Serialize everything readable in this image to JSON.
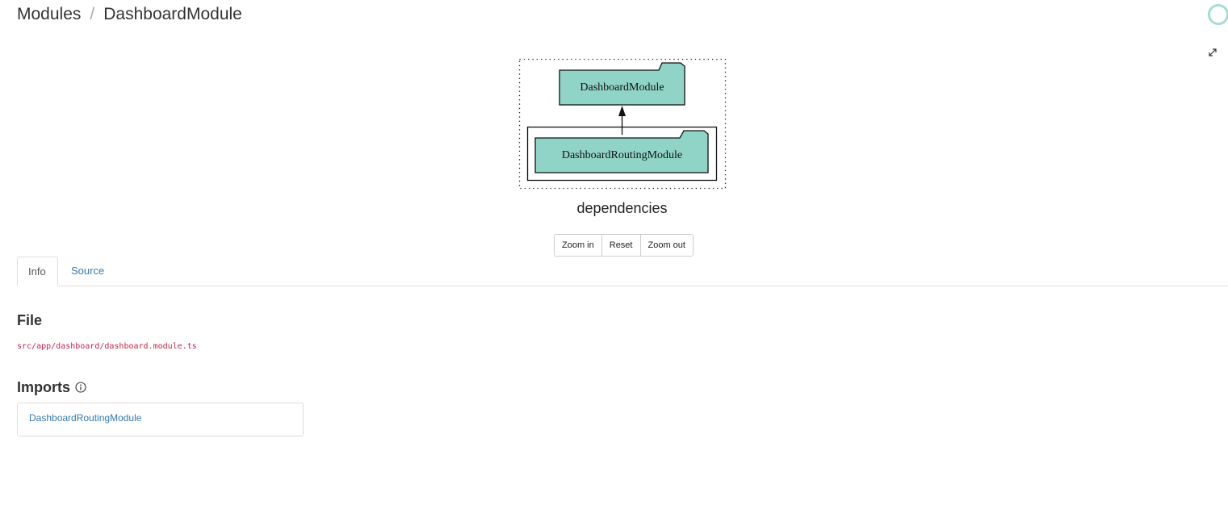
{
  "breadcrumb": {
    "parent": "Modules",
    "separator": "/",
    "current": "DashboardModule"
  },
  "graph": {
    "title": "dependencies",
    "nodes": {
      "module": "DashboardModule",
      "import": "DashboardRoutingModule"
    },
    "node_fill": "#8fd4c6"
  },
  "zoom": {
    "zoom_in": "Zoom in",
    "reset": "Reset",
    "zoom_out": "Zoom out"
  },
  "tabs": {
    "info": "Info",
    "source": "Source"
  },
  "info": {
    "file_heading": "File",
    "file_path": "src/app/dashboard/dashboard.module.ts",
    "imports_heading": "Imports",
    "imports": [
      "DashboardRoutingModule"
    ]
  },
  "icons": {
    "fullscreen": "expand-arrows-icon",
    "info": "info-circle-icon",
    "loading": "spinner-icon"
  },
  "colors": {
    "link": "#337ab7",
    "code": "#c7254e",
    "spinner": "#a6dcd2"
  }
}
